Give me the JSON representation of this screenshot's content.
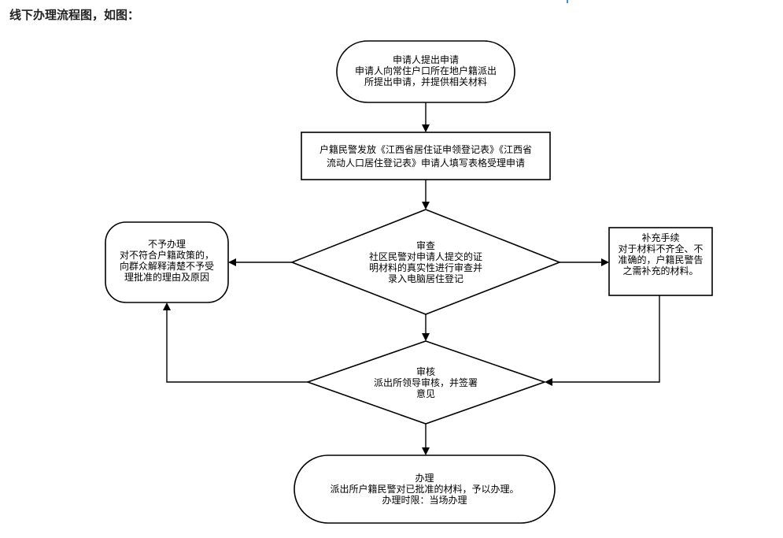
{
  "heading": "线下办理流程图，如图：",
  "nodes": {
    "apply": {
      "lines": [
        "申请人提出申请",
        "申请人向常住户口所在地户籍派出",
        "所提出申请，并提供相关材料"
      ]
    },
    "issue_form": {
      "lines": [
        "户籍民警发放《江西省居住证申领登记表》《江西省",
        "流动人口居住登记表》申请人填写表格受理申请"
      ]
    },
    "review": {
      "lines": [
        "审查",
        "社区民警对申请人提交的证",
        "明材料的真实性进行审查并",
        "录入电脑居住登记"
      ]
    },
    "reject": {
      "lines": [
        "不予办理",
        "对不符合户籍政策的，",
        "向群众解释清楚不予受",
        "理批准的理由及原因"
      ]
    },
    "supplement": {
      "lines": [
        "补充手续",
        "对于材料不齐全、不",
        "准确的，户籍民警告",
        "之需补充的材料。"
      ]
    },
    "approve": {
      "lines": [
        "审核",
        "派出所领导审核，并签署",
        "意见"
      ]
    },
    "process": {
      "lines": [
        "办理",
        "派出所户籍民警对已批准的材料，予以办理。",
        "办理时限：当场办理"
      ]
    }
  },
  "colors": {
    "stroke": "#000000",
    "accent": "#3a8ee6"
  }
}
